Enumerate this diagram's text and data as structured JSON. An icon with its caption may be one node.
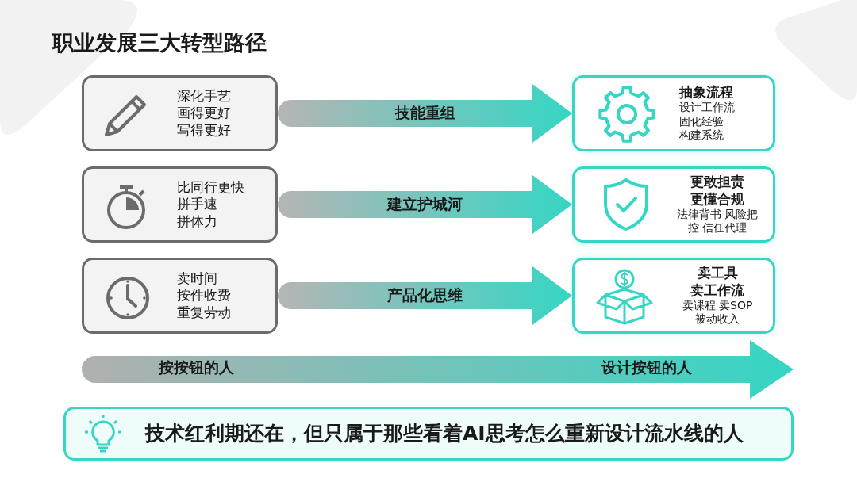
{
  "diagram": {
    "title": "职业发展三大转型路径",
    "nodes": [
      {
        "text": [
          "深化手艺",
          "画得更好",
          "写得更好"
        ]
      },
      {
        "text": [
          "抽象流程",
          "设计工作流",
          "固化经验",
          "构建系统"
        ]
      },
      {
        "text": [
          "比同行更快",
          "拼手速",
          "拼体力"
        ]
      },
      {
        "text": [
          "更敢担责",
          "更懂合规",
          "法律背书 风险把控 信任代理"
        ]
      },
      {
        "text": [
          "卖时间",
          "按件收费",
          "重复劳动"
        ]
      },
      {
        "text": [
          "卖工具",
          "卖工作流",
          "卖课程 卖SOP",
          "被动收入"
        ]
      },
      {
        "text": [
          "技术红利期还在，但只属于那些看着AI思考怎么重新设计流水线的人"
        ]
      }
    ],
    "edges": [
      {
        "from": 0,
        "to": 1,
        "arrow": "to",
        "label": "技能重组"
      },
      {
        "from": 2,
        "to": 3,
        "arrow": "to",
        "label": "建立护城河"
      },
      {
        "from": 4,
        "to": 5,
        "arrow": "to",
        "label": "产品化思维"
      }
    ],
    "labels": [
      "按按钮的人",
      "设计按钮的人"
    ]
  }
}
